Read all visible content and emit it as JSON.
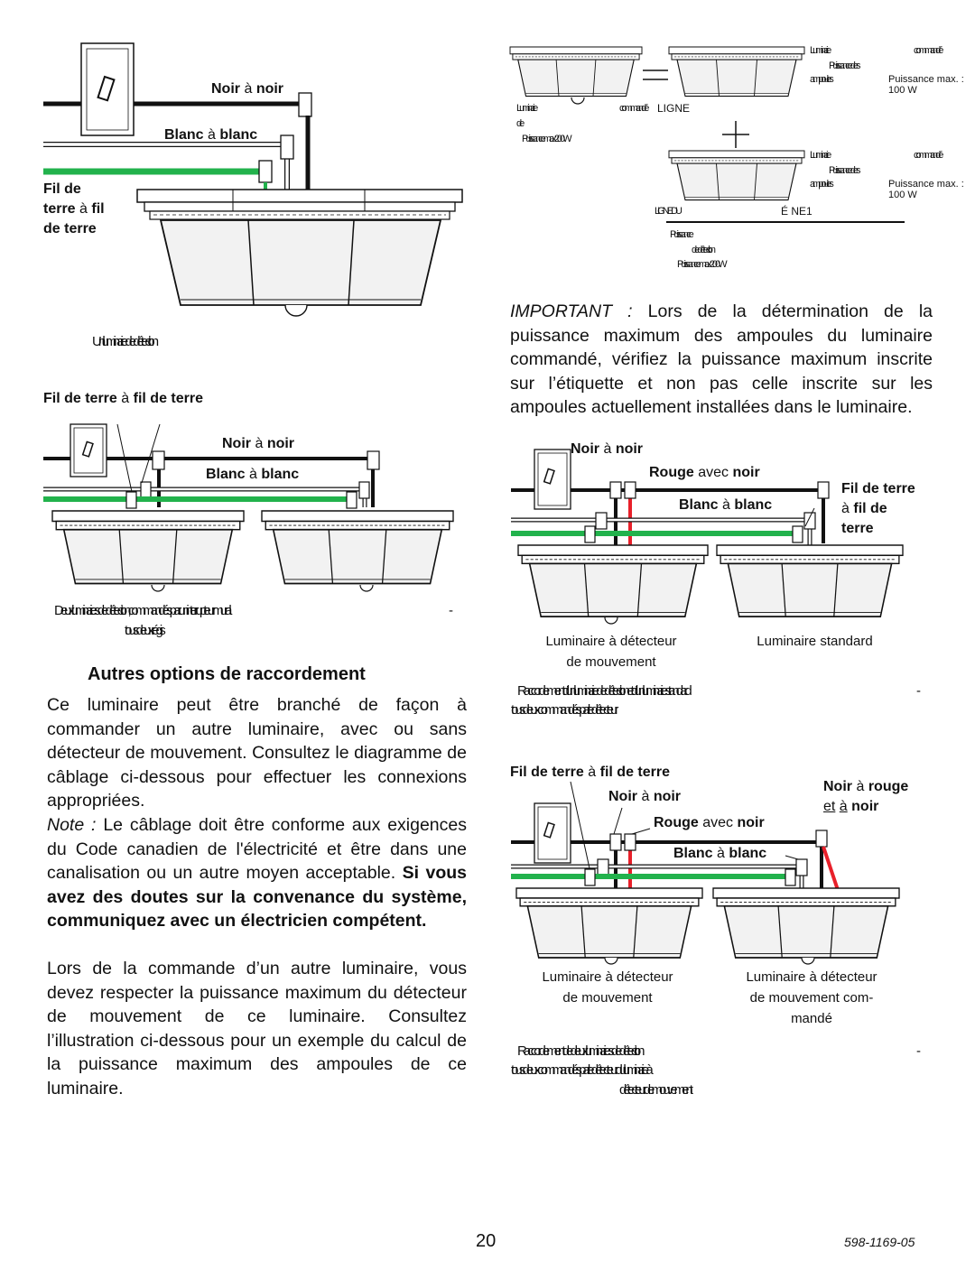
{
  "diagram1": {
    "noir": "Noir",
    "a1": "à",
    "noir2": "noir",
    "blanc": "Blanc",
    "a2": "à",
    "blanc2": "blanc",
    "terre_line1": "Fil de",
    "terre_line2a": "terre",
    "terre_a": "à",
    "terre_line2b": "fil",
    "terre_line3": "de terre",
    "caption": "Un luminaire de détection"
  },
  "diagram2": {
    "terre_left": "Fil de terre",
    "terre_a": "à",
    "terre_right": "fil de terre",
    "noir": "Noir",
    "a1": "à",
    "noir2": "noir",
    "blanc": "Blanc",
    "a2": "à",
    "blanc2": "blanc",
    "caption_line1": "Deux luminaires de détection, commandés par un interrupteur mural",
    "caption_dash": "-",
    "caption_line2": "tous deux régis"
  },
  "section": {
    "title": "Autres options de raccordement",
    "para1": "Ce luminaire peut être branché de façon à commander un autre luminaire, avec ou sans détecteur de mouvement. Consultez le diagramme de câblage ci-dessous pour effectuer les connexions appropriées.",
    "note_label": "Note :",
    "note_text": " Le câblage doit être conforme aux exigences du Code canadien de l'électricité et être dans une canalisation ou un autre moyen acceptable. ",
    "note_bold": "Si vous avez des doutes sur la convenance du système, communiquez avec un électricien compétent.",
    "para3": "Lors de la commande d’un autre luminaire, vous devez respecter la puissance maximum du détecteur de mouvement de ce luminaire. Consultez l’illustration ci-dessous pour un exemple du calcul de la puissance maximum des ampoules de ce luminaire."
  },
  "calc": {
    "lum1_a": "Luminaire",
    "lum1_b": "commandé",
    "lum1_c": "Puissance des",
    "lum1_d": "ampoules",
    "lum1_e": "Puissance max. : 100 W",
    "load_a": "Luminaire",
    "load_b": "commandé",
    "load_c": "LIGNE",
    "load_d": "de",
    "load_e": "Puissance max. : 200 W",
    "lum2_a": "Luminaire",
    "lum2_b": "commandé",
    "lum2_c": "Puissance des",
    "lum2_d": "ampoules",
    "lum2_e": "Puissance max. : 100 W",
    "total_a": "LIGNE DU",
    "total_b": "É NE1",
    "total_c": "Puissance",
    "total_d": "de détection",
    "total_e": "Puissance max. : 200 W",
    "equals": "=",
    "plus": "+"
  },
  "important": {
    "label": "IMPORTANT :",
    "text": " Lors de la détermination de la puissance maximum des ampoules du luminaire commandé, vérifiez la puissance maximum inscrite sur l’étiquette et non pas celle inscrite sur les ampoules actuellement installées dans le luminaire."
  },
  "diagram3": {
    "noir": "Noir",
    "a1": "à",
    "noir2": "noir",
    "rouge": "Rouge",
    "avec": "avec",
    "noir3": "noir",
    "blanc": "Blanc",
    "a2": "à",
    "blanc2": "blanc",
    "terre1": "Fil de terre",
    "terre2a": "à",
    "terre2b": "fil de",
    "terre3": "terre",
    "cap_left_1": "Luminaire à détecteur",
    "cap_left_2": "de mouvement",
    "cap_right": "Luminaire standard",
    "caption_line1": "Raccordement d’un luminaire de détection et d’un luminaire standard",
    "caption_dash": "-",
    "caption_line2": "tous deux commandés par le détecteur"
  },
  "diagram4": {
    "terre_left": "Fil de terre",
    "terre_a": "à",
    "terre_right": "fil de terre",
    "noir": "Noir",
    "a1": "à",
    "noir2": "noir",
    "noir_r": "Noir",
    "a_r": "à",
    "rouge_r": "rouge",
    "et": "et",
    "a_r2": "à",
    "noir_r2": "noir",
    "rouge": "Rouge",
    "avec": "avec",
    "noir3": "noir",
    "blanc": "Blanc",
    "a2": "à",
    "blanc2": "blanc",
    "cap_left_1": "Luminaire à détecteur",
    "cap_left_2": "de mouvement",
    "cap_right_1": "Luminaire à détecteur",
    "cap_right_2": "de mouvement com-",
    "cap_right_3": "mandé",
    "caption_line1": "Raccordement de deux luminaires de détection",
    "caption_dash": "-",
    "caption_line2": "tous deux commandés par le détecteur du luminaire à",
    "caption_line3": "détecteur de mouvement"
  },
  "footer": {
    "page_number": "20",
    "doc_code": "598-1169-05"
  },
  "colors": {
    "ground": "#22b24c",
    "red": "#e8202a",
    "wire": "#111111",
    "fixture_fill": "#f2f2f2"
  }
}
